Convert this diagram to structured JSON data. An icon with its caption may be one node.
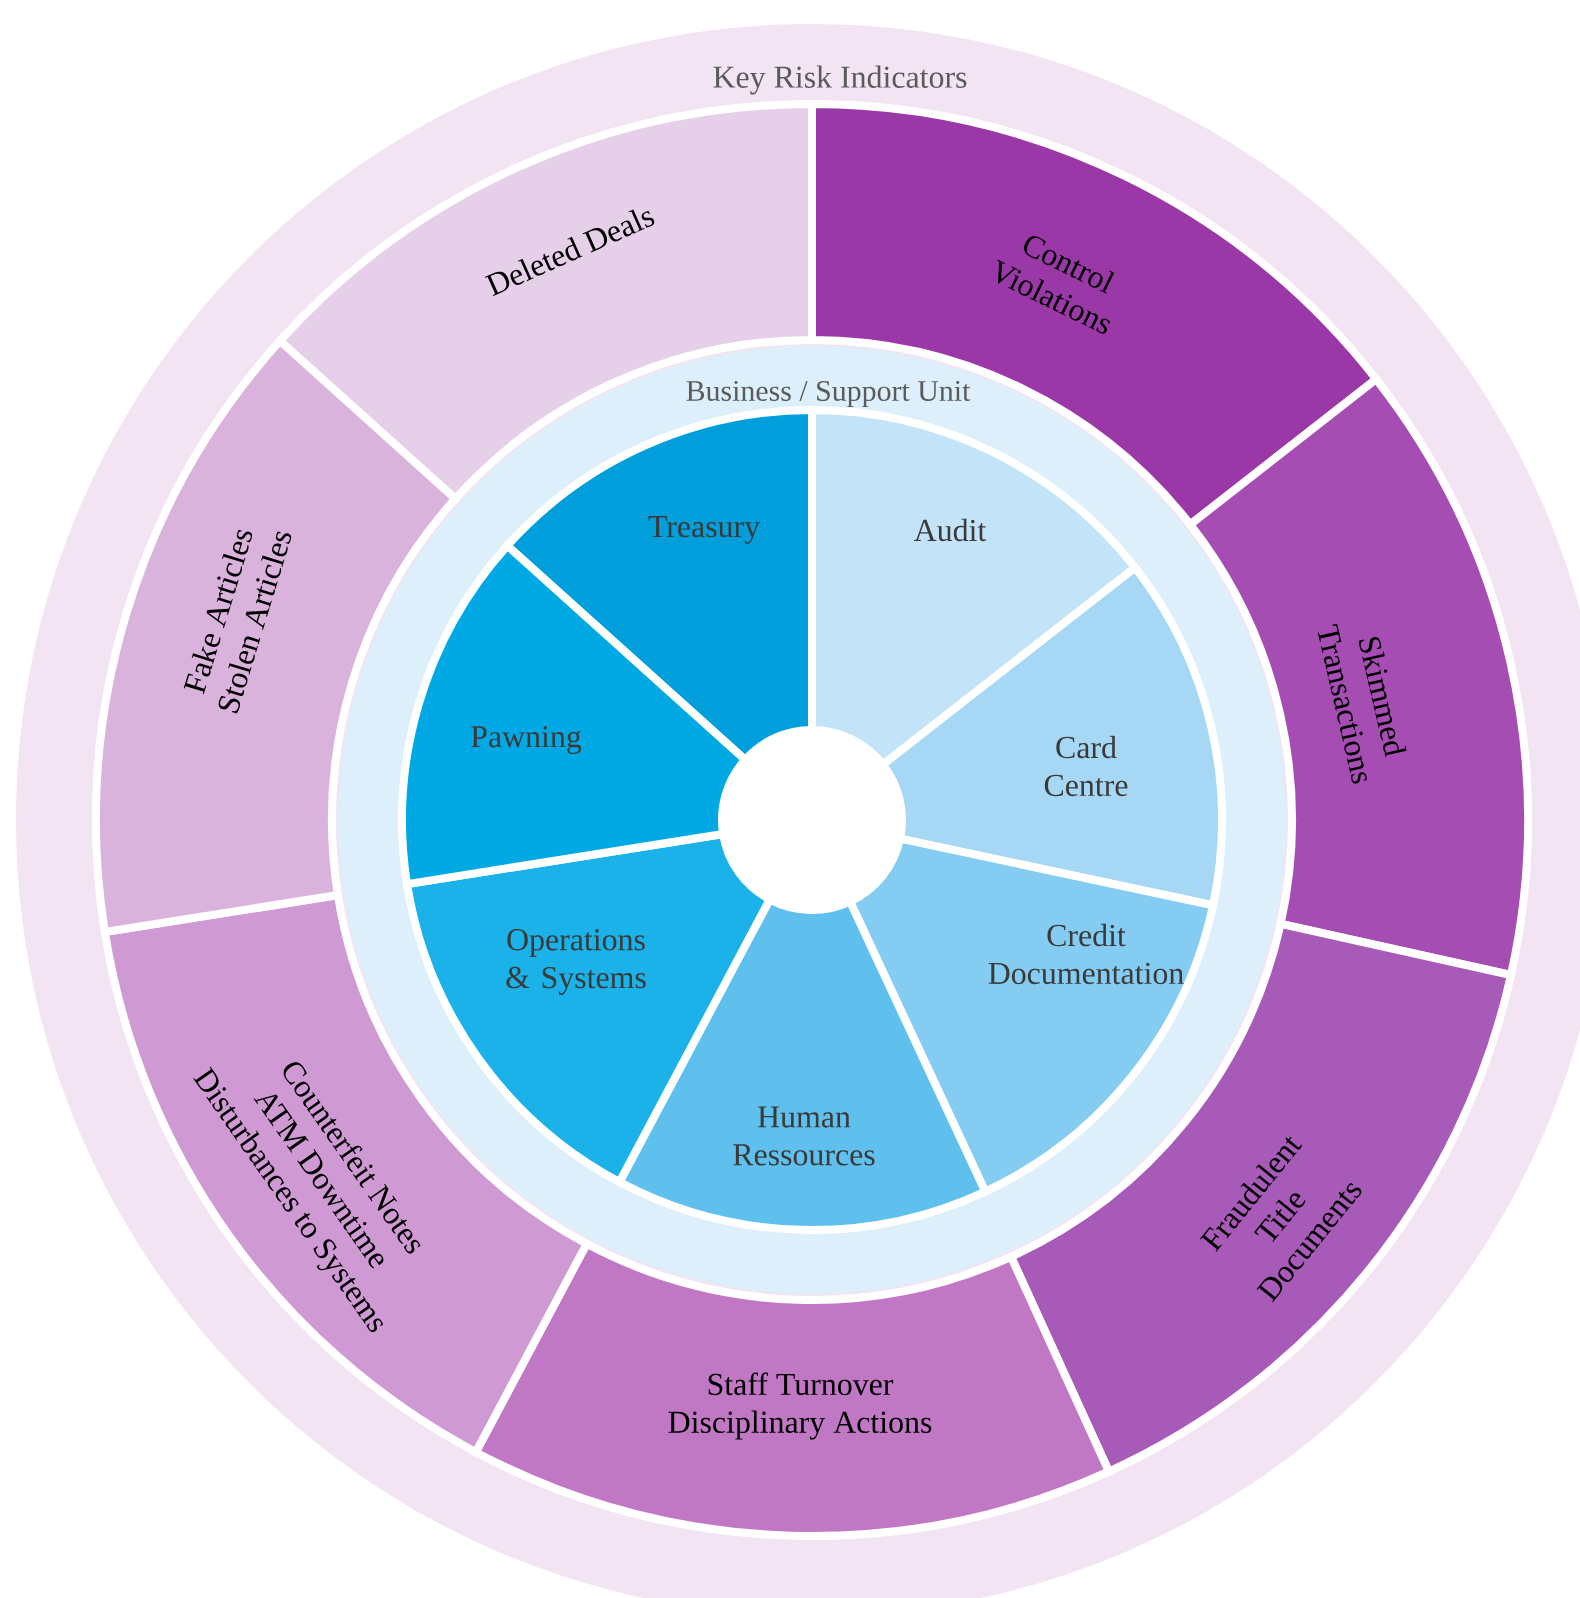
{
  "diagram": {
    "nodes": [
      {
        "text": [
          "Key Risk Indicators"
        ]
      },
      {
        "text": [
          "Deleted Deals"
        ],
        "in": 0
      },
      {
        "text": [
          "Control Violations"
        ],
        "in": 0
      },
      {
        "text": [
          "Skimmed Transactions"
        ],
        "in": 0
      },
      {
        "text": [
          "Fraudulent Title Documents"
        ],
        "in": 0
      },
      {
        "text": [
          "Staff Turnover",
          "Disciplinary Actions"
        ],
        "in": 0
      },
      {
        "text": [
          "Counterfeit Notes",
          "ATM Downtime",
          "Disturbances to Systems"
        ],
        "in": 0
      },
      {
        "text": [
          "Fake Articles",
          "Stolen Articles"
        ],
        "in": 0
      },
      {
        "text": [
          "Business / Support Unit"
        ],
        "in": 0
      },
      {
        "text": [
          "Treasury"
        ],
        "in": 8
      },
      {
        "text": [
          "Audit"
        ],
        "in": 8
      },
      {
        "text": [
          "Card Centre"
        ],
        "in": 8
      },
      {
        "text": [
          "Credit Documentation"
        ],
        "in": 8
      },
      {
        "text": [
          "Human Ressources"
        ],
        "in": 8
      },
      {
        "text": [
          "Operations & Systems"
        ],
        "in": 8
      },
      {
        "text": [
          "Pawning"
        ],
        "in": 8
      },
      {
        "text": [],
        "shape": "circle",
        "in": 8
      }
    ]
  }
}
